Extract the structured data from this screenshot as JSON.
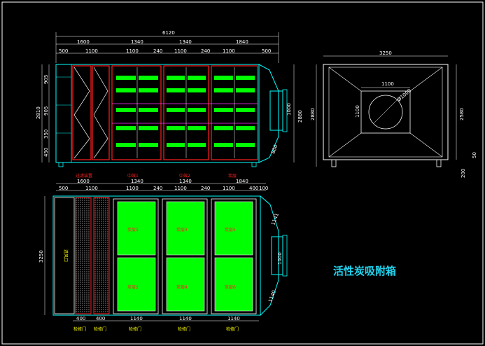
{
  "colors": {
    "background": "#000000",
    "frame": "#ffffff",
    "outline": "#00ffff",
    "dimension": "#ffffff",
    "filter_green": "#00ff00",
    "red": "#ff2020",
    "yellow": "#ffff00",
    "title": "#22d3ee",
    "magenta": "#ff33ff"
  },
  "title": "活性炭吸附箱",
  "front_view": {
    "overall": "6120",
    "segments_top": [
      "1600",
      "1340",
      "1340",
      "1840"
    ],
    "sub_segments": [
      "500",
      "1100",
      "1100",
      "240",
      "1100",
      "240",
      "1100",
      "500"
    ],
    "height_total": "2810",
    "height_parts": [
      "905",
      "905",
      "350",
      "450"
    ],
    "right_dims": [
      "1000",
      "2880",
      "800"
    ],
    "stage_labels": [
      "过滤装置",
      "中效1",
      "中效2",
      "炭层"
    ]
  },
  "side_view": {
    "width": "3250",
    "inner": "1100",
    "diameter": "Ø1000",
    "left_height": "2880",
    "inner_height": "1100",
    "right_height": "2580",
    "bottom": "200",
    "leg": "50"
  },
  "plan_view": {
    "segments_top": [
      "1600",
      "1340",
      "1340",
      "1840"
    ],
    "sub_segments": [
      "500",
      "1100",
      "1100",
      "240",
      "1100",
      "240",
      "1100",
      "400",
      "100"
    ],
    "left_height": "3250",
    "right_dims": [
      "1141",
      "1000",
      "1140"
    ],
    "inlet_label": "进风口",
    "filter_labels": [
      "炭层1",
      "炭层2",
      "炭层3",
      "炭层4",
      "炭层5",
      "炭层6"
    ],
    "bottom_dims": [
      "400",
      "400",
      "1140",
      "1140",
      "1140"
    ],
    "bottom_labels": [
      "检修门",
      "检修门",
      "检修门",
      "检修门",
      "检修门"
    ]
  }
}
